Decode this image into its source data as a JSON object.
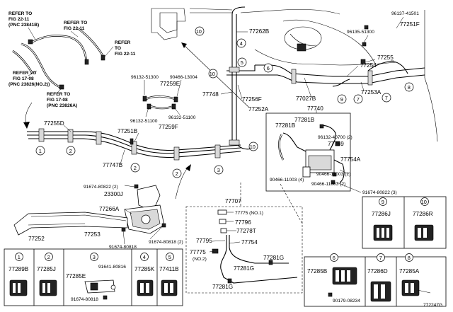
{
  "figure_code": "772247G",
  "refs": {
    "fig22_a": [
      "REFER TO",
      "FIG 22-11",
      "(PNC 23841B)"
    ],
    "fig22_b": [
      "REFER TO",
      "FIG 22-11"
    ],
    "fig22_c": [
      "REFER",
      "TO",
      "FIG 22-11"
    ],
    "fig17_a": [
      "REFER TO",
      "FIG 17-08",
      "(PNC 23826A)"
    ],
    "fig17_b": [
      "REFER TO",
      "FIG 17-08",
      "(PNC 23826(NO.2))"
    ]
  },
  "labels": {
    "p77255D": "77255D",
    "p77251B": "77251B",
    "p77747B": "77747B",
    "p96132_51300": "96132-51300",
    "p90466_13004": "90466-13004",
    "p77259E": "77259E",
    "p96132_51100a": "96132-51100",
    "p96132_51100b": "96132-51100",
    "p77259F": "77259F",
    "p77748": "77748",
    "p77256F": "77256F",
    "p77252A": "77252A",
    "p77262B": "77262B",
    "p77027B": "77027B",
    "p96137_41501": "96137-41501",
    "p77251F": "77251F",
    "p96135_51300": "96135-51300",
    "p77255": "77255",
    "p77254": "77254",
    "p77253A": "77253A",
    "p77740": "77740",
    "p77281B_a": "77281B",
    "p77281B_b": "77281B",
    "p96132_40700": "96132-40700 (2)",
    "p77759": "77759",
    "p77754A": "77754A",
    "p90466_11003_4": "90466-11003 (4)",
    "p90466_11003_2a": "90466-11003 (2)",
    "p90466_11003_2b": "90466-11003 (2)",
    "p91674_80822_3": "91674-80822 (3)",
    "p91674_80822_2": "91674-80822 (2)",
    "p23300J": "23300J",
    "p77266A": "77266A",
    "p77252": "77252",
    "p77253": "77253",
    "p91674_80818_2": "91674-80818 (2)",
    "p91674_80818": "91674-80818",
    "p77707": "77707",
    "p77775_1": "77775 (NO.1)",
    "p77796": "77796",
    "p77278T": "77278T",
    "p77795": "77795",
    "p77754": "77754",
    "p77775_2a": "77775",
    "p77775_2b": "(NO.2)",
    "p77281G_a": "77281G",
    "p77281G_b": "77281G",
    "p77281G_c": "77281G"
  },
  "boxes": [
    {
      "num": "1",
      "part": "77289B"
    },
    {
      "num": "2",
      "part": "77285J"
    },
    {
      "num": "3",
      "part": "77285E",
      "extra1": "91641-80816",
      "extra2": "91674-80818"
    },
    {
      "num": "4",
      "part": "77285K"
    },
    {
      "num": "5",
      "part": "77411B"
    },
    {
      "num": "6",
      "part": "77285B",
      "extra1": "90179-08234"
    },
    {
      "num": "7",
      "part": "77286D"
    },
    {
      "num": "8",
      "part": "77285A"
    },
    {
      "num": "9",
      "part": "77286J"
    },
    {
      "num": "10",
      "part": "77286R"
    }
  ],
  "callouts": [
    "1",
    "2",
    "2",
    "2",
    "3",
    "4",
    "5",
    "6",
    "7",
    "7",
    "8",
    "9",
    "10",
    "10",
    "10"
  ]
}
